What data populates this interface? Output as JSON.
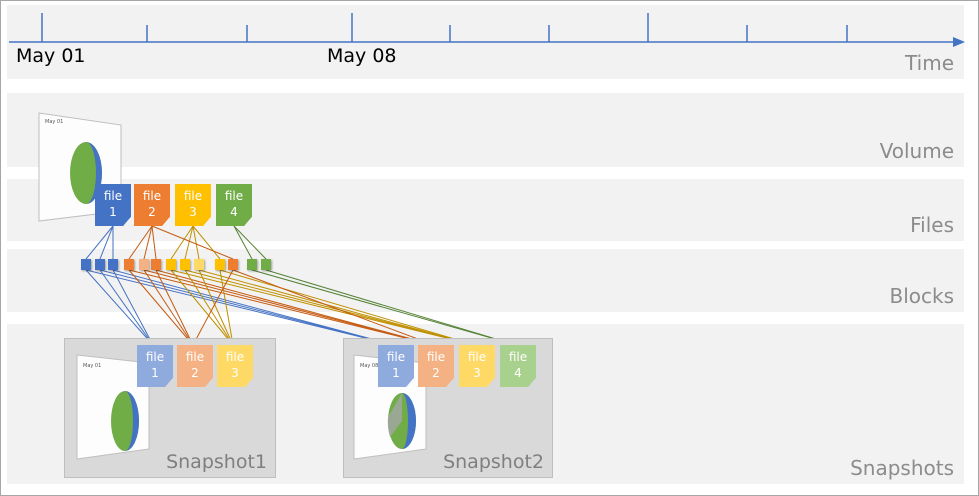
{
  "timeline": {
    "dates": [
      "May 01",
      "May 08"
    ],
    "axis_color": "#4472c4"
  },
  "bands": {
    "time": "Time",
    "volume": "Volume",
    "files": "Files",
    "blocks": "Blocks",
    "snapshots": "Snapshots"
  },
  "files": [
    {
      "label": "file",
      "num": "1",
      "color": "#4472c4"
    },
    {
      "label": "file",
      "num": "2",
      "color": "#ed7d31"
    },
    {
      "label": "file",
      "num": "3",
      "color": "#ffc000"
    },
    {
      "label": "file",
      "num": "4",
      "color": "#70ad47"
    }
  ],
  "volume_thumb_caption": "May 01",
  "snapshots": [
    {
      "name": "Snapshot1",
      "thumb_caption": "May 01",
      "files": [
        {
          "label": "file",
          "num": "1",
          "color": "#8faadc"
        },
        {
          "label": "file",
          "num": "2",
          "color": "#f4b183"
        },
        {
          "label": "file",
          "num": "3",
          "color": "#ffd966"
        }
      ]
    },
    {
      "name": "Snapshot2",
      "thumb_caption": "May 08",
      "files": [
        {
          "label": "file",
          "num": "1",
          "color": "#8faadc"
        },
        {
          "label": "file",
          "num": "2",
          "color": "#f4b183"
        },
        {
          "label": "file",
          "num": "3",
          "color": "#ffd966"
        },
        {
          "label": "file",
          "num": "4",
          "color": "#a9d18e"
        }
      ]
    }
  ],
  "blocks": [
    {
      "color": "#4472c4",
      "file": 0
    },
    {
      "color": "#4472c4",
      "file": 0
    },
    {
      "color": "#4472c4",
      "file": 0
    },
    {
      "color": "#ed7d31",
      "file": 1
    },
    {
      "color": "#f4b183",
      "file": 1
    },
    {
      "color": "#ed7d31",
      "file": 1
    },
    {
      "color": "#ffc000",
      "file": 2
    },
    {
      "color": "#ffc000",
      "file": 2
    },
    {
      "color": "#ffd966",
      "file": 2
    },
    {
      "color": "#ffc000",
      "file": 2
    },
    {
      "color": "#ed7d31",
      "file": 1
    },
    {
      "color": "#70ad47",
      "file": 3
    },
    {
      "color": "#70ad47",
      "file": 3
    }
  ]
}
